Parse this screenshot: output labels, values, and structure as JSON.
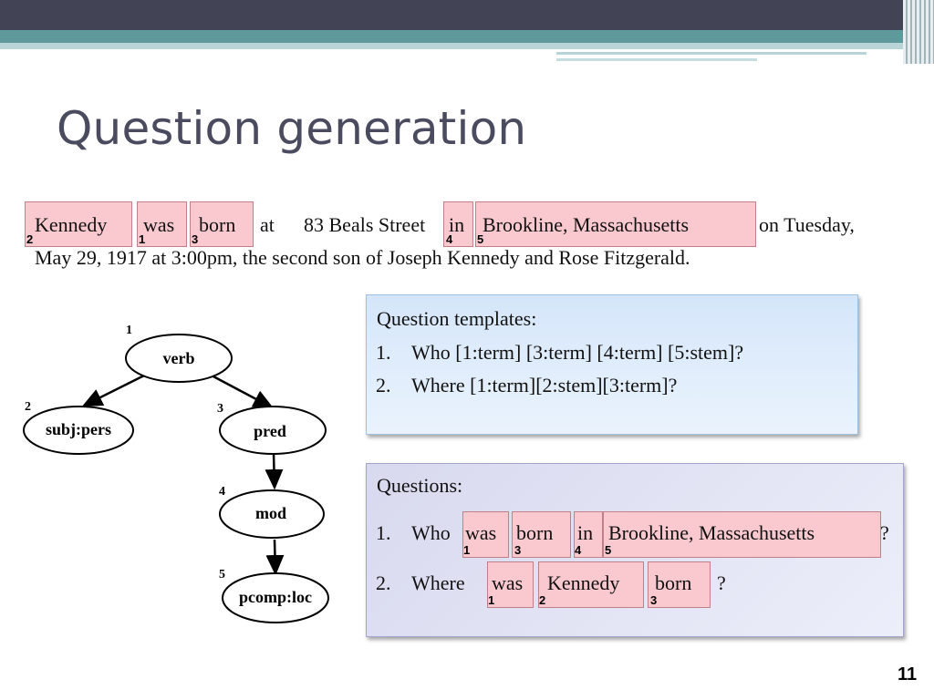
{
  "title": "Question generation",
  "sentence": {
    "line1": [
      "Kennedy",
      "was",
      "born",
      "at",
      "83 Beals Street",
      "in",
      "Brookline,  Massachusetts",
      "on Tuesday,"
    ],
    "line2": "May 29, 1917 at 3:00pm, the second son of Joseph Kennedy and Rose Fitzgerald.",
    "markers": [
      "2",
      "1",
      "3",
      "4",
      "5"
    ]
  },
  "tree": {
    "nodes": [
      "verb",
      "subj:pers",
      "pred",
      "mod",
      "pcomp:loc"
    ],
    "numbers": [
      "1",
      "2",
      "3",
      "4",
      "5"
    ]
  },
  "templates": {
    "heading": "Question templates:",
    "items": [
      {
        "n": "1.",
        "text": "Who [1:term] [3:term] [4:term] [5:stem]?"
      },
      {
        "n": "2.",
        "text": "Where [1:term][2:stem][3:term]?"
      }
    ]
  },
  "questions": {
    "heading": "Questions:",
    "q1": {
      "n": "1.",
      "lead": "Who",
      "words": [
        "was",
        "born",
        "in",
        "Brookline, Massachusetts"
      ],
      "markers": [
        "1",
        "3",
        "4",
        "5"
      ],
      "end": "?"
    },
    "q2": {
      "n": "2.",
      "lead": "Where",
      "words": [
        "was",
        "Kennedy",
        "born"
      ],
      "markers": [
        "1",
        "2",
        "3"
      ],
      "end": "?"
    }
  },
  "page_number": "11",
  "colors": {
    "highlight": "#f9c9cf",
    "title": "#4a4b5f",
    "banner_dark": "#424456",
    "banner_teal": "#5e9a9b"
  }
}
